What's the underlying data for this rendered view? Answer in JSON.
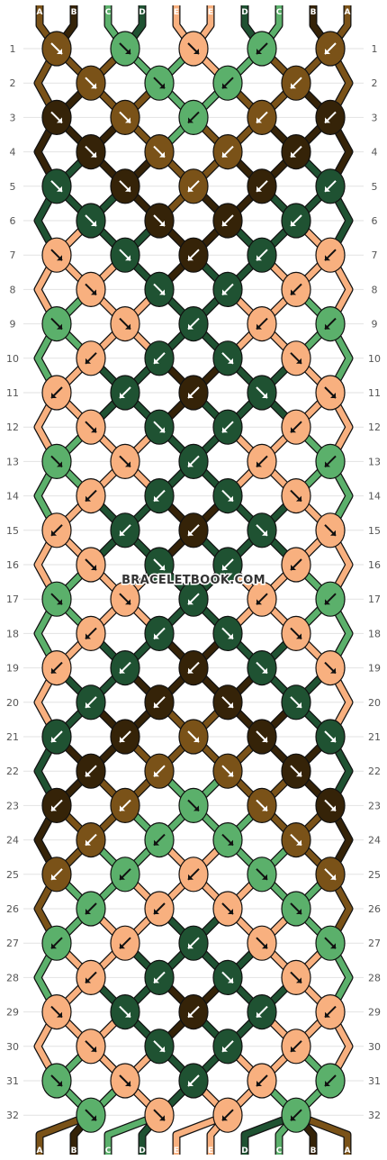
{
  "watermark": "BRACELETBOOK.COM",
  "strand_colors": {
    "A": "#7a5218",
    "B": "#352308",
    "C": "#5bb06b",
    "D": "#1f5232",
    "E": "#f8b07f"
  },
  "top_strands": [
    "A",
    "B",
    "C",
    "D",
    "E",
    "E",
    "D",
    "C",
    "B",
    "A"
  ],
  "bottom_strands": [
    "A",
    "B",
    "C",
    "D",
    "E",
    "E",
    "D",
    "C",
    "B",
    "A"
  ],
  "row_numbers": [
    "1",
    "2",
    "3",
    "4",
    "5",
    "6",
    "7",
    "8",
    "9",
    "10",
    "11",
    "12",
    "13",
    "14",
    "15",
    "16",
    "17",
    "18",
    "19",
    "20",
    "21",
    "22",
    "23",
    "24",
    "25",
    "26",
    "27",
    "28",
    "29",
    "30",
    "31",
    "32"
  ],
  "knot_rows": [
    {
      "row": 1,
      "knots": [
        {
          "c": "A",
          "d": "right"
        },
        {
          "c": "C",
          "d": "right"
        },
        {
          "c": "E",
          "d": "right"
        },
        {
          "c": "C",
          "d": "left"
        },
        {
          "c": "A",
          "d": "left"
        }
      ]
    },
    {
      "row": 2,
      "knots": [
        {
          "c": "A",
          "d": "right"
        },
        {
          "c": "C",
          "d": "right"
        },
        {
          "c": "C",
          "d": "left"
        },
        {
          "c": "A",
          "d": "left"
        }
      ]
    },
    {
      "row": 3,
      "knots": [
        {
          "c": "B",
          "d": "right"
        },
        {
          "c": "A",
          "d": "right"
        },
        {
          "c": "C",
          "d": "left"
        },
        {
          "c": "A",
          "d": "left"
        },
        {
          "c": "B",
          "d": "left"
        }
      ]
    },
    {
      "row": 4,
      "knots": [
        {
          "c": "B",
          "d": "right"
        },
        {
          "c": "A",
          "d": "right"
        },
        {
          "c": "A",
          "d": "left"
        },
        {
          "c": "B",
          "d": "left"
        }
      ]
    },
    {
      "row": 5,
      "knots": [
        {
          "c": "D",
          "d": "right"
        },
        {
          "c": "B",
          "d": "right"
        },
        {
          "c": "A",
          "d": "left"
        },
        {
          "c": "B",
          "d": "left"
        },
        {
          "c": "D",
          "d": "left"
        }
      ]
    },
    {
      "row": 6,
      "knots": [
        {
          "c": "D",
          "d": "right"
        },
        {
          "c": "B",
          "d": "right"
        },
        {
          "c": "B",
          "d": "left"
        },
        {
          "c": "D",
          "d": "left"
        }
      ]
    },
    {
      "row": 7,
      "knots": [
        {
          "c": "E",
          "d": "right"
        },
        {
          "c": "D",
          "d": "right"
        },
        {
          "c": "B",
          "d": "left"
        },
        {
          "c": "D",
          "d": "left"
        },
        {
          "c": "E",
          "d": "left"
        }
      ]
    },
    {
      "row": 8,
      "knots": [
        {
          "c": "E",
          "d": "right"
        },
        {
          "c": "D",
          "d": "right"
        },
        {
          "c": "D",
          "d": "left"
        },
        {
          "c": "E",
          "d": "left"
        }
      ]
    },
    {
      "row": 9,
      "knots": [
        {
          "c": "C",
          "d": "right"
        },
        {
          "c": "E",
          "d": "right"
        },
        {
          "c": "D",
          "d": "left"
        },
        {
          "c": "E",
          "d": "left"
        },
        {
          "c": "C",
          "d": "left"
        }
      ]
    },
    {
      "row": 10,
      "knots": [
        {
          "c": "E",
          "d": "left"
        },
        {
          "c": "D",
          "d": "left"
        },
        {
          "c": "D",
          "d": "right"
        },
        {
          "c": "E",
          "d": "right"
        }
      ]
    },
    {
      "row": 11,
      "knots": [
        {
          "c": "E",
          "d": "left"
        },
        {
          "c": "D",
          "d": "left"
        },
        {
          "c": "B",
          "d": "left"
        },
        {
          "c": "D",
          "d": "right"
        },
        {
          "c": "E",
          "d": "right"
        }
      ]
    },
    {
      "row": 12,
      "knots": [
        {
          "c": "E",
          "d": "right"
        },
        {
          "c": "D",
          "d": "right"
        },
        {
          "c": "D",
          "d": "left"
        },
        {
          "c": "E",
          "d": "left"
        }
      ]
    },
    {
      "row": 13,
      "knots": [
        {
          "c": "C",
          "d": "right"
        },
        {
          "c": "E",
          "d": "right"
        },
        {
          "c": "D",
          "d": "left"
        },
        {
          "c": "E",
          "d": "left"
        },
        {
          "c": "C",
          "d": "left"
        }
      ]
    },
    {
      "row": 14,
      "knots": [
        {
          "c": "E",
          "d": "left"
        },
        {
          "c": "D",
          "d": "left"
        },
        {
          "c": "D",
          "d": "right"
        },
        {
          "c": "E",
          "d": "right"
        }
      ]
    },
    {
      "row": 15,
      "knots": [
        {
          "c": "E",
          "d": "left"
        },
        {
          "c": "D",
          "d": "left"
        },
        {
          "c": "B",
          "d": "left"
        },
        {
          "c": "D",
          "d": "right"
        },
        {
          "c": "E",
          "d": "right"
        }
      ]
    },
    {
      "row": 16,
      "knots": [
        {
          "c": "E",
          "d": "right"
        },
        {
          "c": "D",
          "d": "right"
        },
        {
          "c": "D",
          "d": "left"
        },
        {
          "c": "E",
          "d": "left"
        }
      ]
    },
    {
      "row": 17,
      "knots": [
        {
          "c": "C",
          "d": "right"
        },
        {
          "c": "E",
          "d": "right"
        },
        {
          "c": "D",
          "d": "left"
        },
        {
          "c": "E",
          "d": "left"
        },
        {
          "c": "C",
          "d": "left"
        }
      ]
    },
    {
      "row": 18,
      "knots": [
        {
          "c": "E",
          "d": "left"
        },
        {
          "c": "D",
          "d": "left"
        },
        {
          "c": "D",
          "d": "right"
        },
        {
          "c": "E",
          "d": "right"
        }
      ]
    },
    {
      "row": 19,
      "knots": [
        {
          "c": "E",
          "d": "left"
        },
        {
          "c": "D",
          "d": "left"
        },
        {
          "c": "B",
          "d": "left"
        },
        {
          "c": "D",
          "d": "right"
        },
        {
          "c": "E",
          "d": "right"
        }
      ]
    },
    {
      "row": 20,
      "knots": [
        {
          "c": "D",
          "d": "left"
        },
        {
          "c": "B",
          "d": "left"
        },
        {
          "c": "B",
          "d": "right"
        },
        {
          "c": "D",
          "d": "right"
        }
      ]
    },
    {
      "row": 21,
      "knots": [
        {
          "c": "D",
          "d": "left"
        },
        {
          "c": "B",
          "d": "left"
        },
        {
          "c": "A",
          "d": "right"
        },
        {
          "c": "B",
          "d": "right"
        },
        {
          "c": "D",
          "d": "right"
        }
      ]
    },
    {
      "row": 22,
      "knots": [
        {
          "c": "B",
          "d": "left"
        },
        {
          "c": "A",
          "d": "left"
        },
        {
          "c": "A",
          "d": "right"
        },
        {
          "c": "B",
          "d": "right"
        }
      ]
    },
    {
      "row": 23,
      "knots": [
        {
          "c": "B",
          "d": "left"
        },
        {
          "c": "A",
          "d": "left"
        },
        {
          "c": "C",
          "d": "right"
        },
        {
          "c": "A",
          "d": "right"
        },
        {
          "c": "B",
          "d": "right"
        }
      ]
    },
    {
      "row": 24,
      "knots": [
        {
          "c": "A",
          "d": "left"
        },
        {
          "c": "C",
          "d": "left"
        },
        {
          "c": "C",
          "d": "right"
        },
        {
          "c": "A",
          "d": "right"
        }
      ]
    },
    {
      "row": 25,
      "knots": [
        {
          "c": "A",
          "d": "left"
        },
        {
          "c": "C",
          "d": "left"
        },
        {
          "c": "E",
          "d": "left"
        },
        {
          "c": "C",
          "d": "right"
        },
        {
          "c": "A",
          "d": "right"
        }
      ]
    },
    {
      "row": 26,
      "knots": [
        {
          "c": "C",
          "d": "left"
        },
        {
          "c": "E",
          "d": "left"
        },
        {
          "c": "E",
          "d": "right"
        },
        {
          "c": "C",
          "d": "right"
        }
      ]
    },
    {
      "row": 27,
      "knots": [
        {
          "c": "C",
          "d": "left"
        },
        {
          "c": "E",
          "d": "left"
        },
        {
          "c": "D",
          "d": "left"
        },
        {
          "c": "E",
          "d": "right"
        },
        {
          "c": "C",
          "d": "right"
        }
      ]
    },
    {
      "row": 28,
      "knots": [
        {
          "c": "E",
          "d": "left"
        },
        {
          "c": "D",
          "d": "left"
        },
        {
          "c": "D",
          "d": "right"
        },
        {
          "c": "E",
          "d": "right"
        }
      ]
    },
    {
      "row": 29,
      "knots": [
        {
          "c": "E",
          "d": "right"
        },
        {
          "c": "D",
          "d": "right"
        },
        {
          "c": "B",
          "d": "left"
        },
        {
          "c": "D",
          "d": "left"
        },
        {
          "c": "E",
          "d": "left"
        }
      ]
    },
    {
      "row": 30,
      "knots": [
        {
          "c": "E",
          "d": "right"
        },
        {
          "c": "D",
          "d": "right"
        },
        {
          "c": "D",
          "d": "left"
        },
        {
          "c": "E",
          "d": "left"
        }
      ]
    },
    {
      "row": 31,
      "knots": [
        {
          "c": "C",
          "d": "right"
        },
        {
          "c": "E",
          "d": "right"
        },
        {
          "c": "D",
          "d": "left"
        },
        {
          "c": "E",
          "d": "left"
        },
        {
          "c": "C",
          "d": "left"
        }
      ]
    },
    {
      "row": 32,
      "knots": [
        {
          "c": "C",
          "d": "right"
        },
        {
          "c": "E",
          "d": "right"
        },
        {
          "c": "E",
          "d": "left"
        },
        {
          "c": "C",
          "d": "left"
        }
      ]
    }
  ]
}
